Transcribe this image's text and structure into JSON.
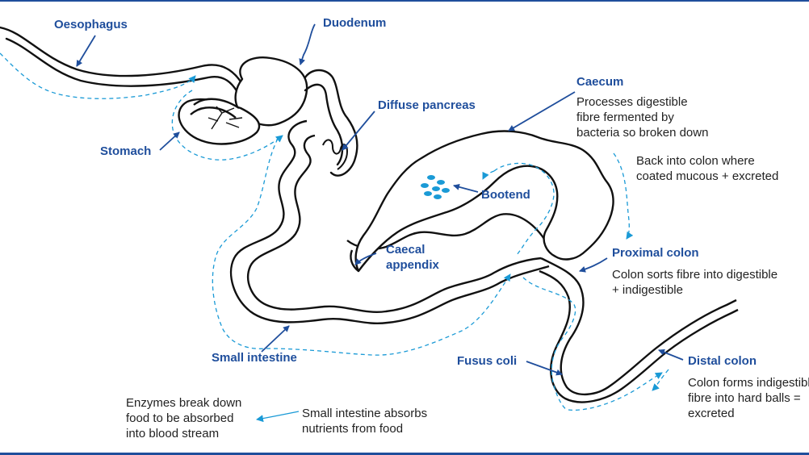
{
  "labels": {
    "oesophagus": "Oesophagus",
    "duodenum": "Duodenum",
    "stomach": "Stomach",
    "diffuse_pancreas": "Diffuse pancreas",
    "caecum": "Caecum",
    "bootend": "Bootend",
    "caecal_appendix": [
      "Caecal",
      "appendix"
    ],
    "proximal_colon": "Proximal colon",
    "small_intestine": "Small intestine",
    "fusus_coli": "Fusus coli",
    "distal_colon": "Distal colon"
  },
  "descriptions": {
    "caecum": [
      "Processes digestible",
      "fibre fermented by",
      "bacteria so broken down"
    ],
    "back_into_colon": [
      "Back into colon where",
      "coated mucous + excreted"
    ],
    "proximal_colon": [
      "Colon sorts fibre into digestible",
      "+ indigestible"
    ],
    "distal_colon": [
      "Colon forms indigestible",
      "fibre into hard balls =",
      "excreted"
    ],
    "enzymes": [
      "Enzymes break down",
      "food to be absorbed",
      "into blood stream"
    ],
    "small_intestine_absorbs": [
      "Small intestine absorbs",
      "nutrients from food"
    ]
  },
  "colors": {
    "label": "#1f4e9c",
    "flow": "#1a9ad6",
    "outline": "#111111",
    "dots": "#1a9ad6",
    "frame": "#1f4e9c"
  }
}
